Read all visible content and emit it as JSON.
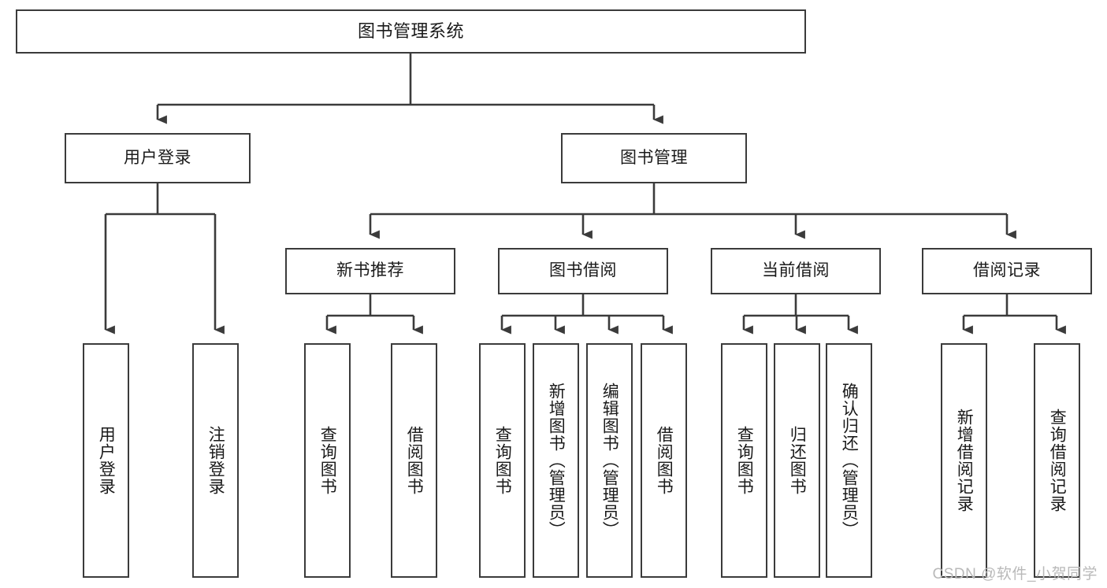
{
  "diagram": {
    "type": "tree",
    "title": "图书管理系统",
    "orientation": "top-down",
    "colors": {
      "box_border": "#3b3b3b",
      "box_fill": "#ffffff",
      "connector": "#3b3b3b",
      "text": "#1a1a1a",
      "watermark": "#b9b9b9"
    }
  },
  "nodes": {
    "root": {
      "label": "图书管理系统",
      "level": 1
    },
    "level2": [
      {
        "id": "user-login",
        "label": "用户登录"
      },
      {
        "id": "book-management",
        "label": "图书管理"
      }
    ],
    "level3": [
      {
        "id": "new-book-recommend",
        "label": "新书推荐",
        "parent": "book-management"
      },
      {
        "id": "book-borrow",
        "label": "图书借阅",
        "parent": "book-management"
      },
      {
        "id": "current-borrow",
        "label": "当前借阅",
        "parent": "book-management"
      },
      {
        "id": "borrow-record",
        "label": "借阅记录",
        "parent": "book-management"
      }
    ],
    "leaves": {
      "user-login": [
        {
          "id": "leaf-user-login",
          "label": "用户登录"
        },
        {
          "id": "leaf-user-logout",
          "label": "注销登录"
        }
      ],
      "new-book-recommend": [
        {
          "id": "leaf-query-book-1",
          "label": "查询图书"
        },
        {
          "id": "leaf-borrow-book-1",
          "label": "借阅图书"
        }
      ],
      "book-borrow": [
        {
          "id": "leaf-query-book-2",
          "label": "查询图书"
        },
        {
          "id": "leaf-add-book",
          "label": "新增图书（管理员）"
        },
        {
          "id": "leaf-edit-book",
          "label": "编辑图书（管理员）"
        },
        {
          "id": "leaf-borrow-book-2",
          "label": "借阅图书"
        }
      ],
      "current-borrow": [
        {
          "id": "leaf-query-book-3",
          "label": "查询图书"
        },
        {
          "id": "leaf-return-book",
          "label": "归还图书"
        },
        {
          "id": "leaf-confirm-return",
          "label": "确认归还（管理员）"
        }
      ],
      "borrow-record": [
        {
          "id": "leaf-add-record",
          "label": "新增借阅记录"
        },
        {
          "id": "leaf-query-record",
          "label": "查询借阅记录"
        }
      ]
    }
  },
  "watermark": {
    "text": "CSDN @软件_小贺同学"
  }
}
